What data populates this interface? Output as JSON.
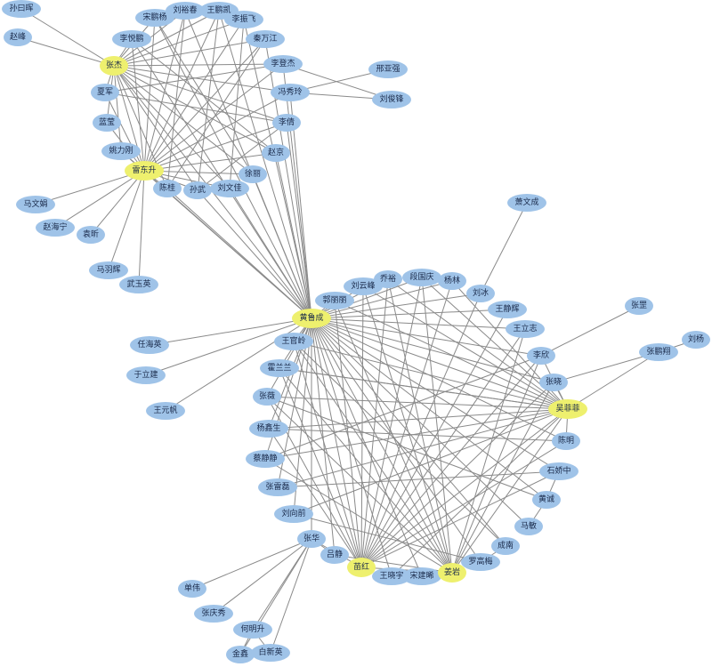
{
  "colors": {
    "normal": "#9fc3e8",
    "hub": "#eef06e",
    "edge": "#8a8a8a",
    "text": "#1a2a4a"
  },
  "nodes": [
    {
      "id": "sun_yuehui",
      "label": "孙曰晖",
      "hub": false
    },
    {
      "id": "zhao_feng",
      "label": "赵峰",
      "hub": false
    },
    {
      "id": "song_pengyang",
      "label": "宋鹏杨",
      "hub": false
    },
    {
      "id": "liu_yuchun",
      "label": "刘裕春",
      "hub": false
    },
    {
      "id": "wang_pengkai",
      "label": "王鹏凯",
      "hub": false
    },
    {
      "id": "li_zhenfei",
      "label": "李振飞",
      "hub": false
    },
    {
      "id": "li_yuepeng",
      "label": "李悦鹏",
      "hub": false
    },
    {
      "id": "qin_wanjiang",
      "label": "秦万江",
      "hub": false
    },
    {
      "id": "zhang_jie",
      "label": "张杰",
      "hub": true
    },
    {
      "id": "li_dengjie",
      "label": "李登杰",
      "hub": false
    },
    {
      "id": "xing_yaqiang",
      "label": "邢亚强",
      "hub": false
    },
    {
      "id": "feng_xiuling",
      "label": "冯秀玲",
      "hub": false
    },
    {
      "id": "liu_junfeng",
      "label": "刘俊锋",
      "hub": false
    },
    {
      "id": "xia_jun",
      "label": "夏军",
      "hub": false
    },
    {
      "id": "lan_ying",
      "label": "蓝莹",
      "hub": false
    },
    {
      "id": "li_qian",
      "label": "李倩",
      "hub": false
    },
    {
      "id": "yao_ligang",
      "label": "姚力刚",
      "hub": false
    },
    {
      "id": "zhao_jing",
      "label": "赵京",
      "hub": false
    },
    {
      "id": "gu_dongsheng",
      "label": "雷东升",
      "hub": true
    },
    {
      "id": "xu_li",
      "label": "徐丽",
      "hub": false
    },
    {
      "id": "chen_gui",
      "label": "陈桂",
      "hub": false
    },
    {
      "id": "sun_wu",
      "label": "孙武",
      "hub": false
    },
    {
      "id": "liu_wenjia",
      "label": "刘文佳",
      "hub": false
    },
    {
      "id": "ma_wenjuan",
      "label": "马文娟",
      "hub": false
    },
    {
      "id": "zhao_haining",
      "label": "赵海宁",
      "hub": false
    },
    {
      "id": "yuan_xin",
      "label": "袁昕",
      "hub": false
    },
    {
      "id": "ma_yuhui",
      "label": "马羽辉",
      "hub": false
    },
    {
      "id": "wu_yuying",
      "label": "武玉英",
      "hub": false
    },
    {
      "id": "xiao_wencheng",
      "label": "萧文成",
      "hub": false
    },
    {
      "id": "liu_yunfeng",
      "label": "刘云峰",
      "hub": false
    },
    {
      "id": "qiao_yu",
      "label": "乔裕",
      "hub": false
    },
    {
      "id": "duan_guoqing",
      "label": "段国庆",
      "hub": false
    },
    {
      "id": "yang_lin",
      "label": "杨林",
      "hub": false
    },
    {
      "id": "liu_bing",
      "label": "刘冰",
      "hub": false
    },
    {
      "id": "guo_lili",
      "label": "郭丽丽",
      "hub": false
    },
    {
      "id": "huang_luwei",
      "label": "黄鲁成",
      "hub": true
    },
    {
      "id": "wang_jinghui",
      "label": "王静辉",
      "hub": false
    },
    {
      "id": "wang_lizhi",
      "label": "王立志",
      "hub": false
    },
    {
      "id": "zhang_gang",
      "label": "张罡",
      "hub": false
    },
    {
      "id": "liu_yang",
      "label": "刘杨",
      "hub": false
    },
    {
      "id": "zhang_pengxiang",
      "label": "张鹏翔",
      "hub": false
    },
    {
      "id": "ren_haiying",
      "label": "任海英",
      "hub": false
    },
    {
      "id": "wang_guangling",
      "label": "王官岭",
      "hub": false
    },
    {
      "id": "yu_lijian",
      "label": "于立建",
      "hub": false
    },
    {
      "id": "li_xin",
      "label": "李欣",
      "hub": false
    },
    {
      "id": "huo_lanlan",
      "label": "霍兰兰",
      "hub": false
    },
    {
      "id": "zhang_wei",
      "label": "张薇",
      "hub": false
    },
    {
      "id": "zhang_xiao",
      "label": "张晓",
      "hub": false
    },
    {
      "id": "wang_yuanfan",
      "label": "王元帆",
      "hub": false
    },
    {
      "id": "wu_feifei",
      "label": "吴菲菲",
      "hub": true
    },
    {
      "id": "yang_xinsheng",
      "label": "杨鑫生",
      "hub": false
    },
    {
      "id": "chen_ming",
      "label": "陈明",
      "hub": false
    },
    {
      "id": "cai_jingjing",
      "label": "蔡静静",
      "hub": false
    },
    {
      "id": "shi_jiaozhong",
      "label": "石娇中",
      "hub": false
    },
    {
      "id": "zhang_lei",
      "label": "张雷磊",
      "hub": false
    },
    {
      "id": "huang_cheng",
      "label": "黄诚",
      "hub": false
    },
    {
      "id": "liu_xiangqian",
      "label": "刘向前",
      "hub": false
    },
    {
      "id": "ma_min",
      "label": "马敏",
      "hub": false
    },
    {
      "id": "zhang_hua",
      "label": "张华",
      "hub": false
    },
    {
      "id": "cheng_nan",
      "label": "成南",
      "hub": false
    },
    {
      "id": "lv_jing",
      "label": "吕静",
      "hub": false
    },
    {
      "id": "luo_gaomei",
      "label": "罗高梅",
      "hub": false
    },
    {
      "id": "miao_hong",
      "label": "苗红",
      "hub": true
    },
    {
      "id": "wang_xiaoyu",
      "label": "王晓宇",
      "hub": false
    },
    {
      "id": "song_jianxi",
      "label": "宋建晞",
      "hub": false
    },
    {
      "id": "jiang_yan",
      "label": "姜岩",
      "hub": true
    },
    {
      "id": "shan_wei",
      "label": "单伟",
      "hub": false
    },
    {
      "id": "zhang_qingxiu",
      "label": "张庆秀",
      "hub": false
    },
    {
      "id": "he_mingsheng",
      "label": "何明升",
      "hub": false
    },
    {
      "id": "jin_xin",
      "label": "金鑫",
      "hub": false
    },
    {
      "id": "bai_xinying",
      "label": "白新英",
      "hub": false
    }
  ]
}
